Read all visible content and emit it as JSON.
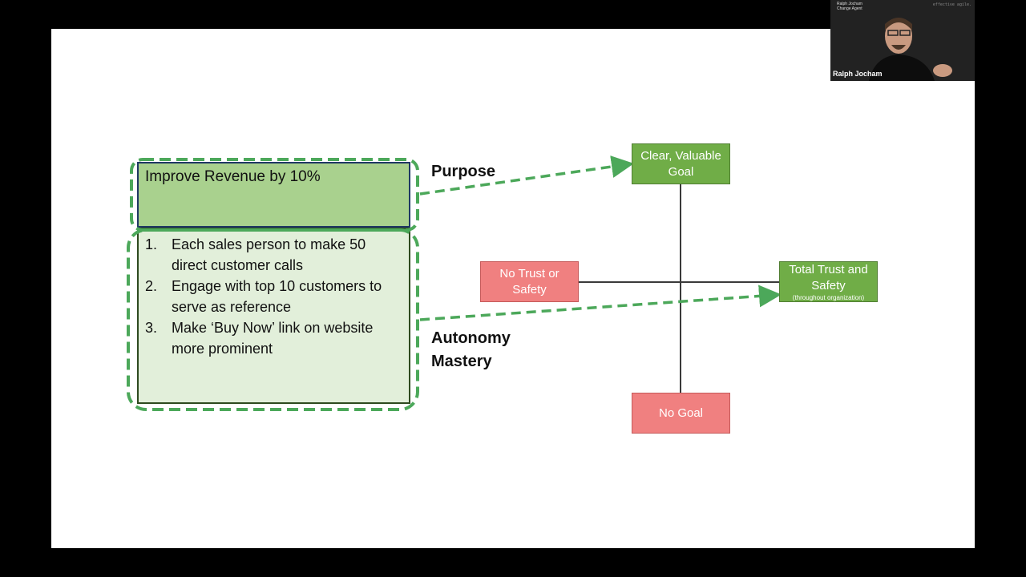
{
  "slide": {
    "goal_text": "Improve Revenue by 10%",
    "steps": [
      {
        "num": "1.",
        "text": "Each sales person to make 50 direct customer calls"
      },
      {
        "num": "2.",
        "text": "Engage with top 10 customers to serve as reference"
      },
      {
        "num": "3.",
        "text": "Make ‘Buy Now’ link on website more prominent"
      }
    ],
    "purpose_label": "Purpose",
    "autonomy_label": "Autonomy",
    "mastery_label": "Mastery",
    "quadrant": {
      "top_line1": "Clear, Valuable",
      "top_line2": "Goal",
      "left_line1": "No Trust or",
      "left_line2": "Safety",
      "right_line1": "Total Trust and",
      "right_line2": "Safety",
      "right_note": "(throughout organization)",
      "bottom": "No Goal"
    },
    "colors": {
      "dash_green": "#4ca85a",
      "goal_fill": "#a9d18e",
      "steps_fill": "#e2efda",
      "green_box": "#70ad47",
      "red_box": "#f08080"
    }
  },
  "webcam": {
    "name": "Ralph Jocham",
    "small_name": "Ralph Jocham",
    "small_title": "Change Agent",
    "watermark": "effective agile."
  }
}
